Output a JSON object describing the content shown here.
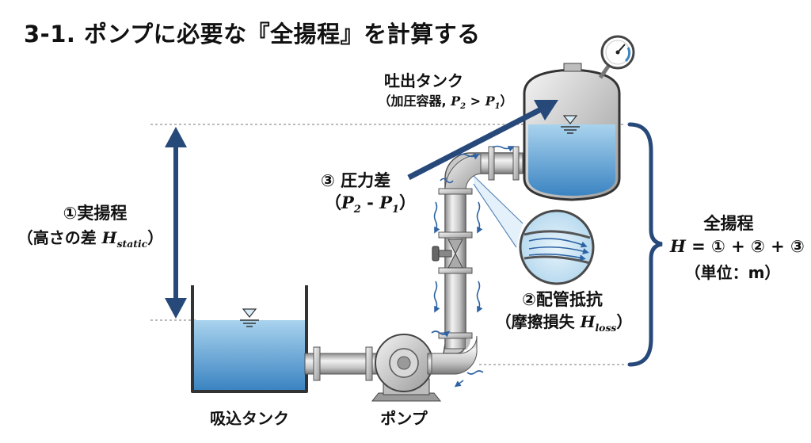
{
  "title": "3-1. ポンプに必要な『全揚程』を計算する",
  "discharge_tank": {
    "label": "吐出タンク",
    "note_prefix": "（加圧容器, ",
    "p2": "P",
    "p2_sub": "2",
    "gt": " > ",
    "p1": "P",
    "p1_sub": "1",
    "note_suffix": "）"
  },
  "pressure_diff": {
    "label": "③ 圧力差",
    "open": "（",
    "p2": "P",
    "p2_sub": "2",
    "minus": " - ",
    "p1": "P",
    "p1_sub": "1",
    "close": "）"
  },
  "static_head": {
    "label": "①実揚程",
    "note_prefix": "（高さの差 ",
    "h": "H",
    "h_sub": "static",
    "note_suffix": "）"
  },
  "total_head": {
    "label": "全揚程",
    "formula_h": "H",
    "formula_rest": " = ① + ② + ③",
    "unit": "（単位：m）"
  },
  "pipe_friction": {
    "label": "②配管抵抗",
    "note_prefix": "（摩擦損失 ",
    "h": "H",
    "h_sub": "loss",
    "note_suffix": "）"
  },
  "suction_tank": {
    "label": "吸込タンク"
  },
  "pump": {
    "label": "ポンプ"
  },
  "colors": {
    "arrow_blue": "#27497a",
    "water_top": "#9ccbe8",
    "water_bottom": "#3c85c2",
    "pipe_light": "#eeeeee",
    "pipe_dark": "#8c8c8c",
    "outline": "#333333"
  }
}
